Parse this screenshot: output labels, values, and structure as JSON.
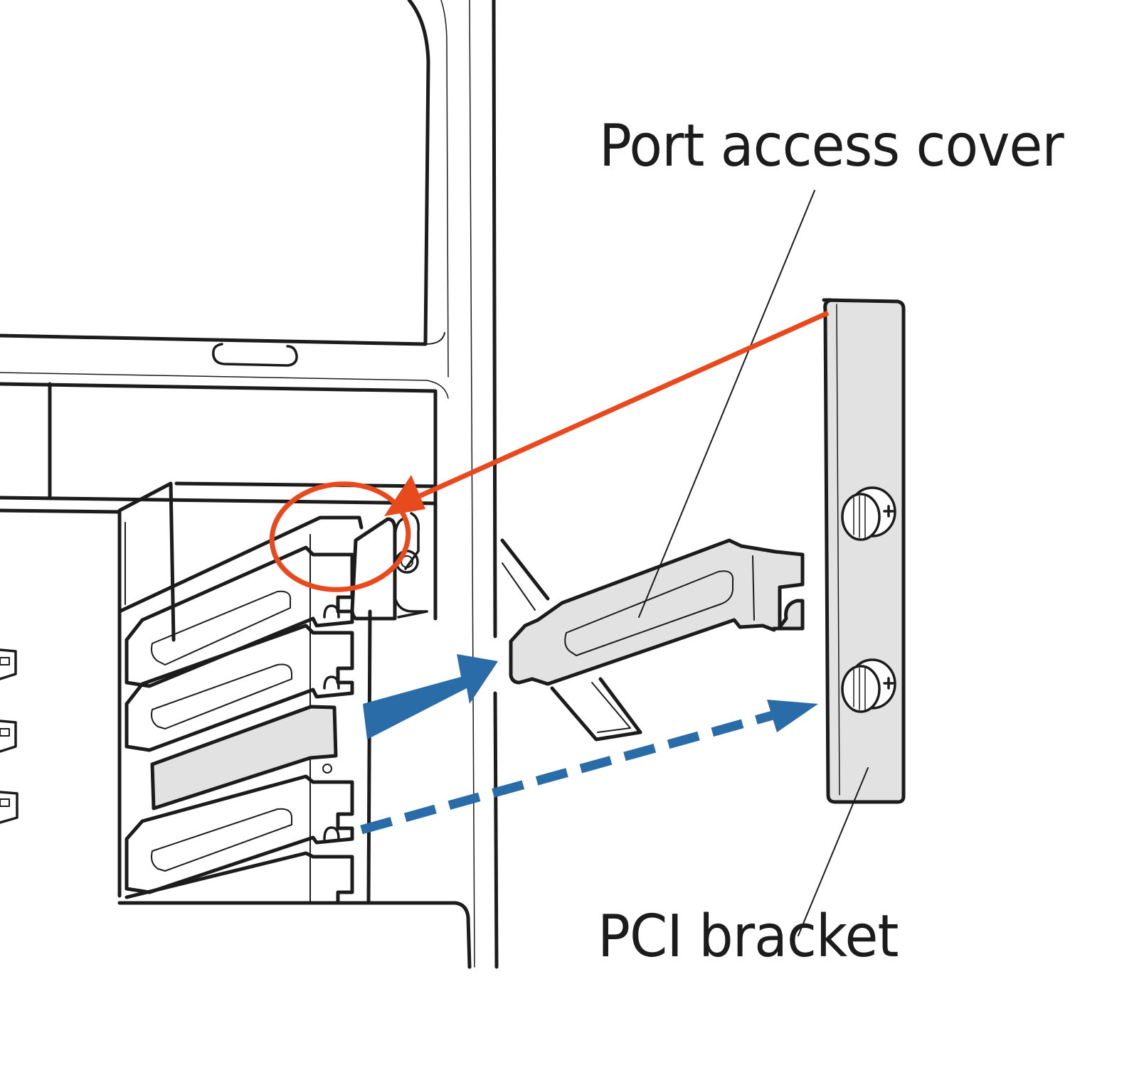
{
  "figure": {
    "type": "technical-illustration",
    "subject": "Installing a PCI card: remove PCI bracket and port access cover",
    "labels": {
      "port_access_cover": "Port access cover",
      "pci_bracket": "PCI bracket"
    },
    "annotations": [
      {
        "kind": "red-arrow",
        "meaning": "PCI bracket location highlighted at slot latch",
        "color": "#e84a1e"
      },
      {
        "kind": "red-circle",
        "meaning": "highlighted latch area",
        "color": "#e84a1e"
      },
      {
        "kind": "blue-solid-arrow",
        "meaning": "slide port access cover out",
        "color": "#2a6ca8"
      },
      {
        "kind": "blue-dashed-arrow",
        "meaning": "PCI bracket removal direction",
        "color": "#2a6ca8"
      }
    ],
    "colors": {
      "line": "#1c1c1c",
      "fill_gray": "#e2e2e2",
      "highlight_red": "#e84a1e",
      "arrow_blue": "#2a6ca8",
      "background": "#ffffff"
    }
  }
}
